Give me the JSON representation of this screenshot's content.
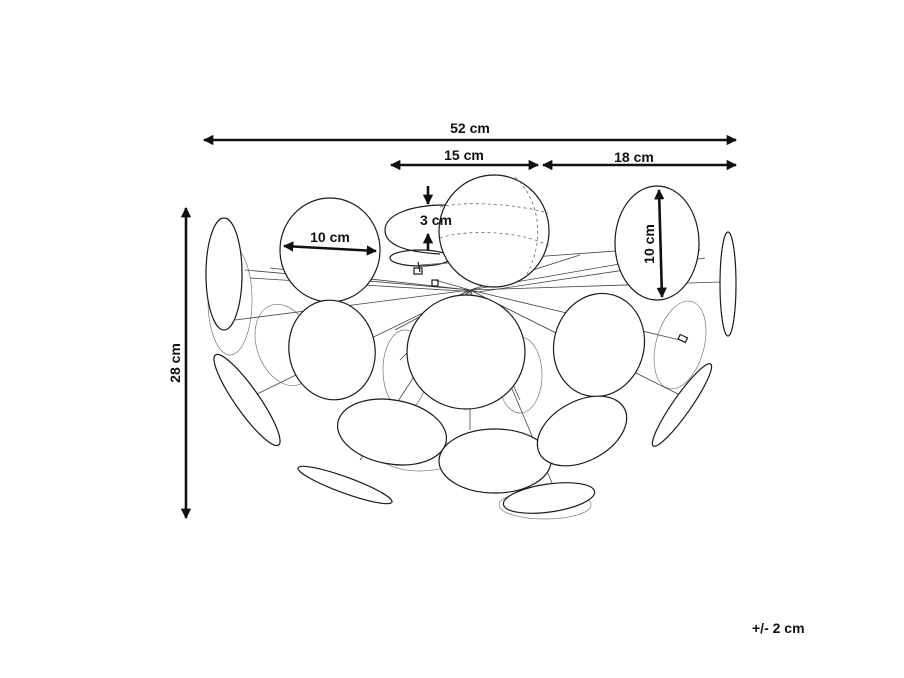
{
  "dimensions": {
    "total_width": "52 cm",
    "center_disc_width": "15 cm",
    "side_offset": "18 cm",
    "disc_diameter_horizontal": "10 cm",
    "disc_diameter_vertical": "10 cm",
    "base_height": "3 cm",
    "total_height": "28 cm"
  },
  "tolerance": "+/- 2 cm"
}
